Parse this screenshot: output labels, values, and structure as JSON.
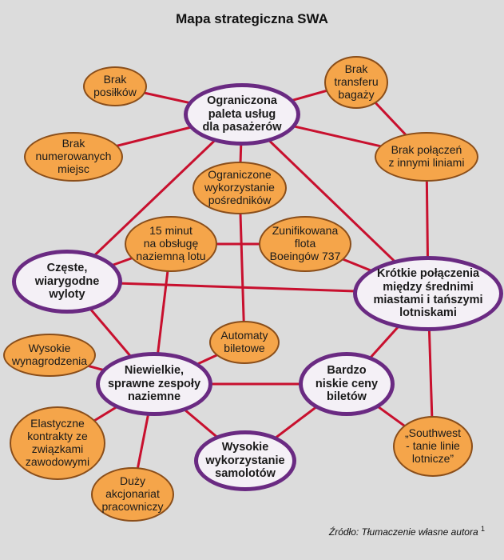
{
  "title": "Mapa strategiczna SWA",
  "source": {
    "text": "Źródło: Tłumaczenie własne autora",
    "footnote": "1"
  },
  "nodes": [
    {
      "id": "ograniczona-paleta",
      "kind": "major",
      "label": "Ograniczona\npaleta usług\ndla pasażerów"
    },
    {
      "id": "czeste-wyloty",
      "kind": "major",
      "label": "Częste,\nwiarygodne\nwyloty"
    },
    {
      "id": "krotkie-polaczenia",
      "kind": "major",
      "label": "Krótkie połączenia\nmiędzy średnimi\nmiastami i tańszymi\nlotniskami"
    },
    {
      "id": "niewielkie-zespoly",
      "kind": "major",
      "label": "Niewielkie,\nsprawne zespoły\nnaziemne"
    },
    {
      "id": "bardzo-niskie-ceny",
      "kind": "major",
      "label": "Bardzo\nniskie ceny\nbiletów"
    },
    {
      "id": "wysokie-wykorzystanie",
      "kind": "major",
      "label": "Wysokie\nwykorzystanie\nsamolotów"
    },
    {
      "id": "brak-posilkow",
      "kind": "minor",
      "label": "Brak\nposiłków"
    },
    {
      "id": "brak-numerowanych",
      "kind": "minor",
      "label": "Brak\nnumerowanych\nmiejsc"
    },
    {
      "id": "brak-transferu",
      "kind": "minor",
      "label": "Brak\ntransferu\nbagaży"
    },
    {
      "id": "brak-polaczen",
      "kind": "minor",
      "label": "Brak połączeń\nz innymi liniami"
    },
    {
      "id": "ograniczone-posrednikow",
      "kind": "minor",
      "label": "Ograniczone\nwykorzystanie\npośredników"
    },
    {
      "id": "15-minut",
      "kind": "minor",
      "label": "15 minut\nna obsługę\nnaziemną lotu"
    },
    {
      "id": "zunifikowana-flota",
      "kind": "minor",
      "label": "Zunifikowana\nflota\nBoeingów 737"
    },
    {
      "id": "automaty-biletowe",
      "kind": "minor",
      "label": "Automaty\nbiletowe"
    },
    {
      "id": "wysokie-wynagrodzenia",
      "kind": "minor",
      "label": "Wysokie\nwynagrodzenia"
    },
    {
      "id": "elastyczne-kontrakty",
      "kind": "minor",
      "label": "Elastyczne\nkontrakty ze\nzwiązkami\nzawodowymi"
    },
    {
      "id": "duzy-akcjonariat",
      "kind": "minor",
      "label": "Duży\nakcjonariat\npracowniczy"
    },
    {
      "id": "southwest",
      "kind": "minor",
      "label": "„Southwest\n- tanie linie\nlotnicze”"
    }
  ],
  "edges": [
    [
      "ograniczona-paleta",
      "brak-posilkow"
    ],
    [
      "ograniczona-paleta",
      "brak-numerowanych"
    ],
    [
      "ograniczona-paleta",
      "brak-transferu"
    ],
    [
      "ograniczona-paleta",
      "brak-polaczen"
    ],
    [
      "ograniczona-paleta",
      "ograniczone-posrednikow"
    ],
    [
      "ograniczona-paleta",
      "czeste-wyloty"
    ],
    [
      "ograniczona-paleta",
      "krotkie-polaczenia"
    ],
    [
      "brak-transferu",
      "brak-polaczen"
    ],
    [
      "brak-polaczen",
      "krotkie-polaczenia"
    ],
    [
      "czeste-wyloty",
      "krotkie-polaczenia"
    ],
    [
      "czeste-wyloty",
      "niewielkie-zespoly"
    ],
    [
      "czeste-wyloty",
      "15-minut"
    ],
    [
      "15-minut",
      "zunifikowana-flota"
    ],
    [
      "15-minut",
      "niewielkie-zespoly"
    ],
    [
      "ograniczone-posrednikow",
      "automaty-biletowe"
    ],
    [
      "automaty-biletowe",
      "niewielkie-zespoly"
    ],
    [
      "niewielkie-zespoly",
      "wysokie-wynagrodzenia"
    ],
    [
      "niewielkie-zespoly",
      "elastyczne-kontrakty"
    ],
    [
      "niewielkie-zespoly",
      "duzy-akcjonariat"
    ],
    [
      "niewielkie-zespoly",
      "bardzo-niskie-ceny"
    ],
    [
      "niewielkie-zespoly",
      "wysokie-wykorzystanie"
    ],
    [
      "krotkie-polaczenia",
      "bardzo-niskie-ceny"
    ],
    [
      "krotkie-polaczenia",
      "southwest"
    ],
    [
      "zunifikowana-flota",
      "krotkie-polaczenia"
    ],
    [
      "bardzo-niskie-ceny",
      "southwest"
    ],
    [
      "bardzo-niskie-ceny",
      "wysokie-wykorzystanie"
    ]
  ],
  "colors": {
    "edge": "#c8102e",
    "minor_fill": "#f5a54a",
    "major_border": "#6a2a82",
    "major_fill": "#f4f0f6",
    "background": "#dcdcdc"
  }
}
